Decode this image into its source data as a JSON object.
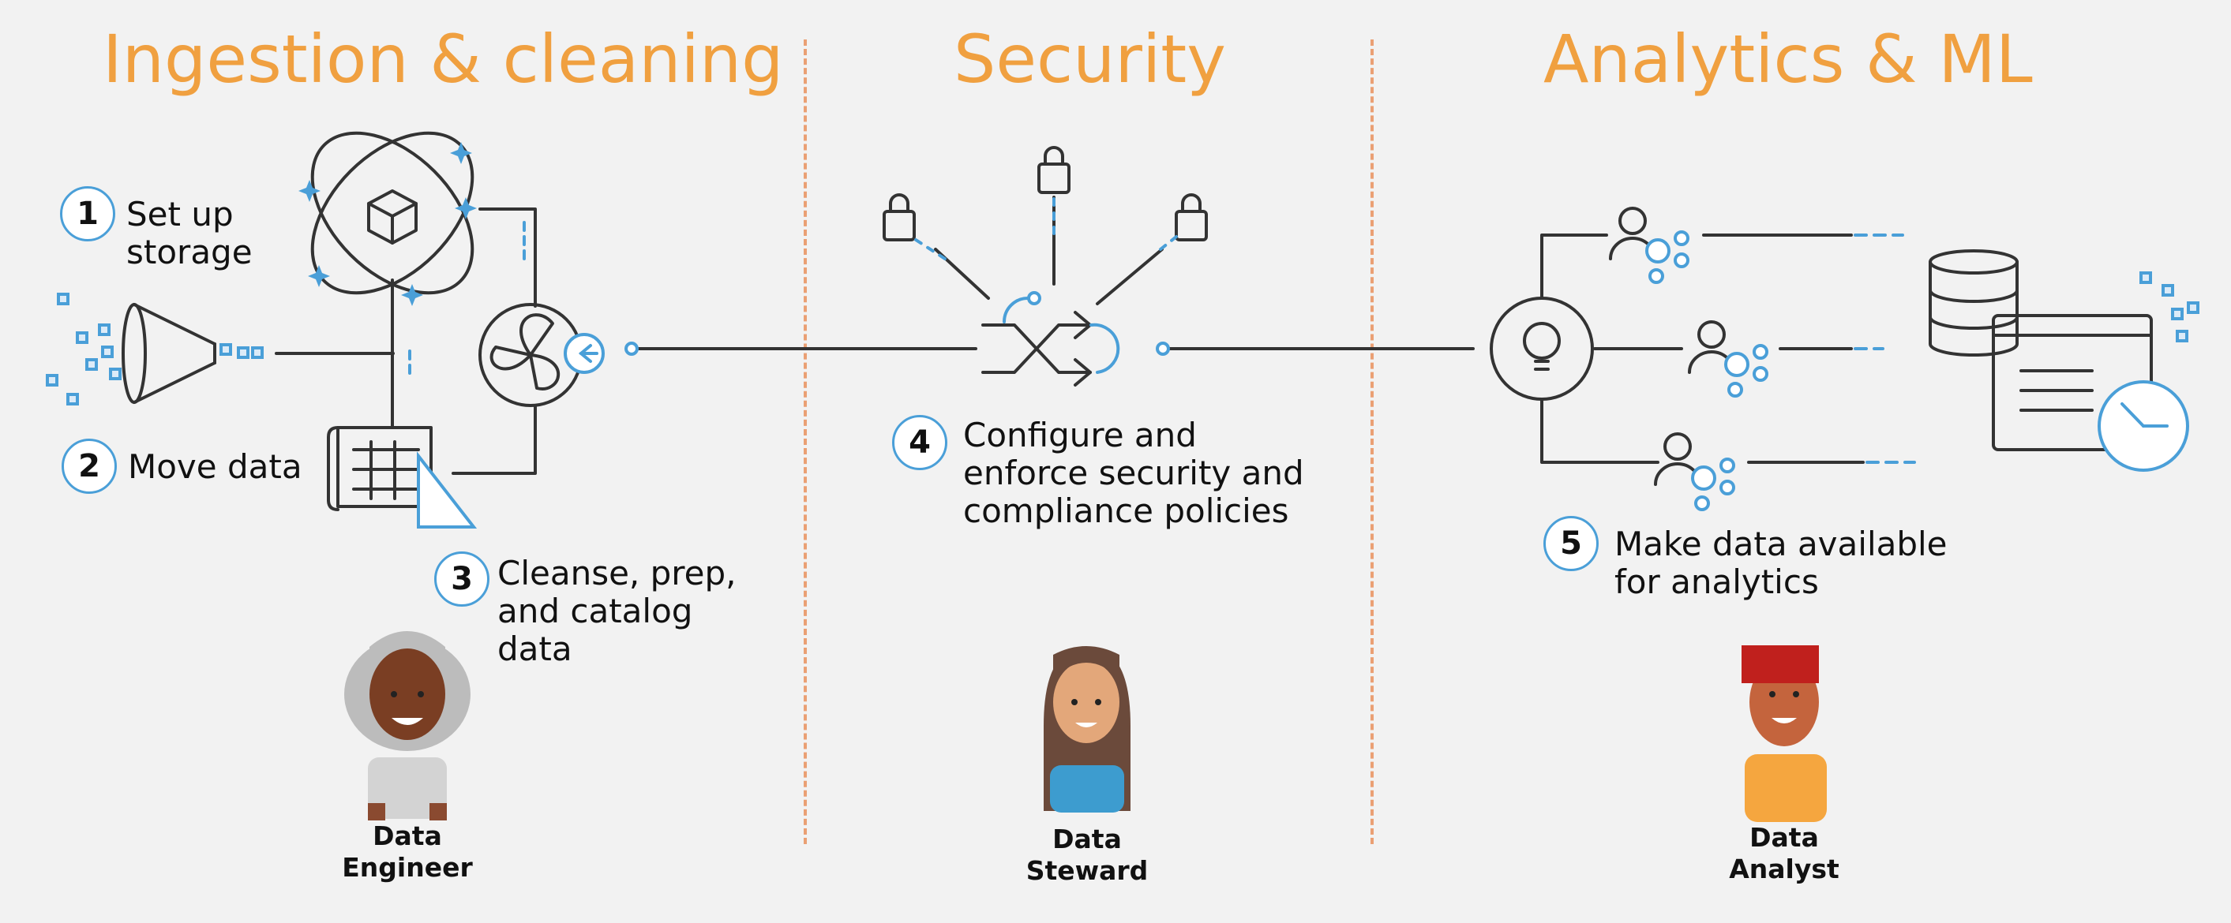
{
  "sections": [
    {
      "heading": "Ingestion & cleaning"
    },
    {
      "heading": "Security"
    },
    {
      "heading": "Analytics & ML"
    }
  ],
  "steps": [
    {
      "number": "1",
      "text": "Set up storage"
    },
    {
      "number": "2",
      "text": "Move data"
    },
    {
      "number": "3",
      "text": "Cleanse, prep, and catalog data"
    },
    {
      "number": "4",
      "text": "Configure and enforce security and compliance policies"
    },
    {
      "number": "5",
      "text": "Make data available for analytics"
    }
  ],
  "roles": [
    {
      "line1": "Data",
      "line2": "Engineer"
    },
    {
      "line1": "Data",
      "line2": "Steward"
    },
    {
      "line1": "Data",
      "line2": "Analyst"
    }
  ],
  "colors": {
    "heading": "#f0a040",
    "divider": "#eaa074",
    "accent": "#4a9fd8",
    "line": "#333333"
  }
}
